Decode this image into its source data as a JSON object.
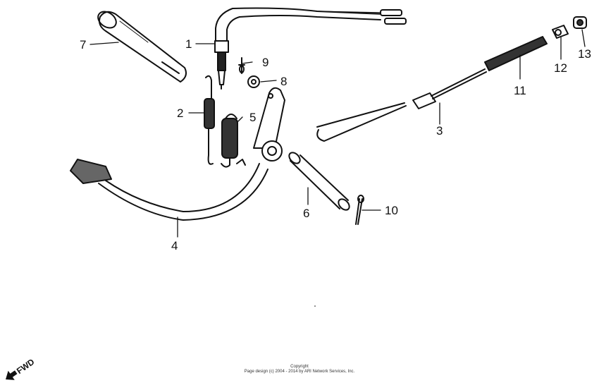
{
  "callouts": {
    "c1": "1",
    "c2": "2",
    "c3": "3",
    "c4": "4",
    "c5": "5",
    "c6": "6",
    "c7": "7",
    "c8": "8",
    "c9": "9",
    "c10": "10",
    "c11": "11",
    "c12": "12",
    "c13": "13"
  },
  "direction_label": "FWD",
  "copyright": {
    "line1": "Copyright",
    "line2": "Page design (c) 2004 - 2014 by ARI Network Services, Inc."
  }
}
